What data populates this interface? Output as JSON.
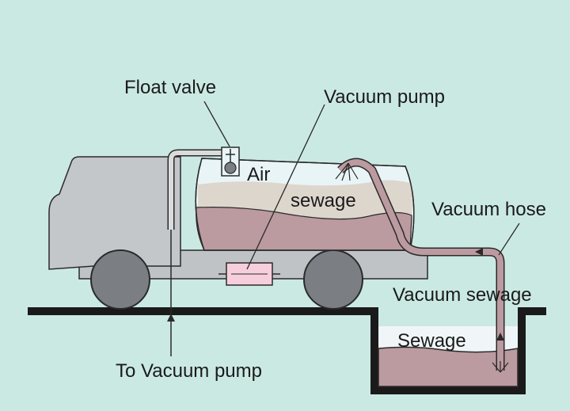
{
  "labels": {
    "float_valve": "Float valve",
    "vacuum_pump": "Vacuum pump",
    "air": "Air",
    "sewage_tank": "sewage",
    "vacuum_hose": "Vacuum hose",
    "vacuum_sewage": "Vacuum sewage",
    "sewage_pit": "Sewage",
    "to_vacuum_pump": "To Vacuum pump"
  },
  "colors": {
    "background": "#cbe9e3",
    "truck_body": "#c4c7ca",
    "sewage": "#bb9aa0",
    "foam": "#ddd6cc",
    "air": "#e9f4f7",
    "pump": "#f7cfdc",
    "outline": "#2a2a2a"
  }
}
